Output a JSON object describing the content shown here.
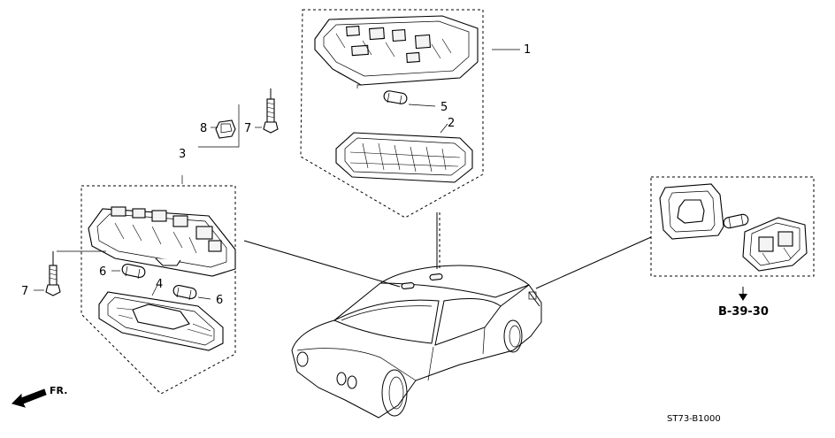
{
  "diagram": {
    "callouts": [
      {
        "id": "c1",
        "text": "1"
      },
      {
        "id": "c2",
        "text": "2"
      },
      {
        "id": "c3",
        "text": "3"
      },
      {
        "id": "c4",
        "text": "4"
      },
      {
        "id": "c5",
        "text": "5"
      },
      {
        "id": "c6a",
        "text": "6"
      },
      {
        "id": "c6b",
        "text": "6"
      },
      {
        "id": "c7a",
        "text": "7"
      },
      {
        "id": "c7b",
        "text": "7"
      },
      {
        "id": "c8",
        "text": "8"
      }
    ],
    "reference": "B-39-30",
    "front_label": "FR.",
    "diagram_code": "ST73-B1000"
  }
}
